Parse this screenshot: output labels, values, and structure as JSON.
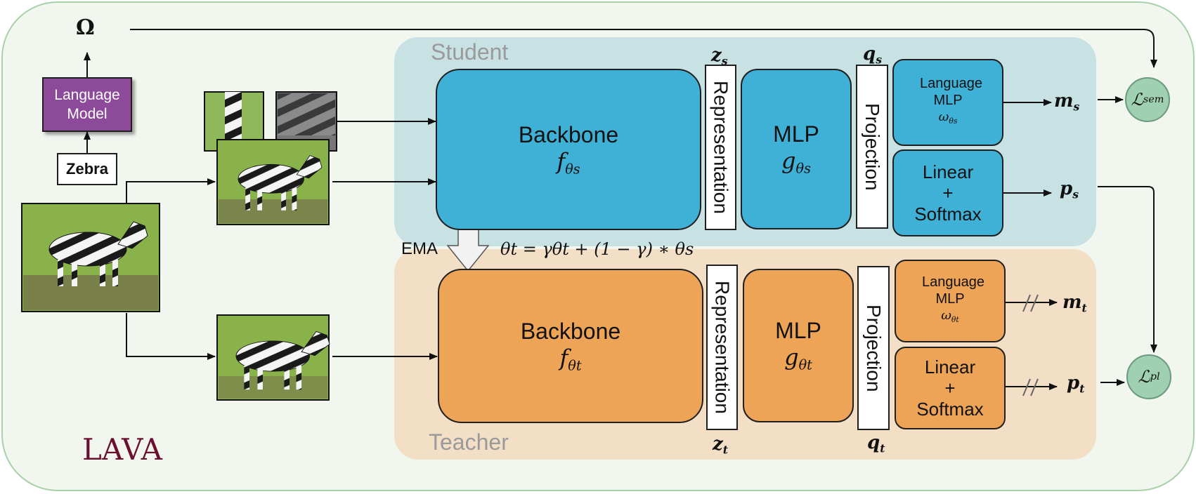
{
  "labels": {
    "student": "Student",
    "teacher": "Teacher",
    "lava": "LAVA",
    "omega": "Ω",
    "language_model": "Language Model",
    "zebra": "Zebra",
    "ema": "EMA"
  },
  "student": {
    "backbone": "Backbone",
    "backbone_symbol": "f",
    "backbone_sub": "θs",
    "representation": "Representation",
    "mlp": "MLP",
    "mlp_symbol": "g",
    "mlp_sub": "θs",
    "projection": "Projection",
    "language_mlp": "Language MLP",
    "language_mlp_symbol": "ω",
    "language_mlp_sub": "θs",
    "linear": "Linear",
    "plus": "+",
    "softmax": "Softmax",
    "z_main": "z",
    "z_sub": "s",
    "q_main": "q",
    "q_sub": "s",
    "m_main": "m",
    "m_sub": "s",
    "p_main": "p",
    "p_sub": "s"
  },
  "teacher": {
    "backbone": "Backbone",
    "backbone_symbol": "f",
    "backbone_sub": "θt",
    "representation": "Representation",
    "mlp": "MLP",
    "mlp_symbol": "g",
    "mlp_sub": "θt",
    "projection": "Projection",
    "language_mlp": "Language MLP",
    "language_mlp_symbol": "ω",
    "language_mlp_sub": "θt",
    "linear": "Linear",
    "plus": "+",
    "softmax": "Softmax",
    "z_main": "z",
    "z_sub": "t",
    "q_main": "q",
    "q_sub": "t",
    "m_main": "m",
    "m_sub": "t",
    "p_main": "p",
    "p_sub": "t"
  },
  "ema_equation": "θt = γθt + (1 − γ) ∗ θs",
  "losses": {
    "sem_main": "ℒ",
    "sem_sub": "sem",
    "pl_main": "ℒ",
    "pl_sub": "pl"
  },
  "colors": {
    "student_block": "#40b1d6",
    "teacher_block": "#eda456",
    "language_model": "#8e4a9a",
    "loss": "#9fd0b1",
    "student_bg": "#c8e2e3",
    "teacher_bg": "#f2dfc6",
    "outer_bg": "#f1f6ef",
    "lava_text": "#6b1030"
  },
  "icons": {
    "zebra_image": "zebra-photo-icon",
    "stop_gradient": "double-slash-icon",
    "ema_arrow": "hollow-down-arrow-icon"
  }
}
